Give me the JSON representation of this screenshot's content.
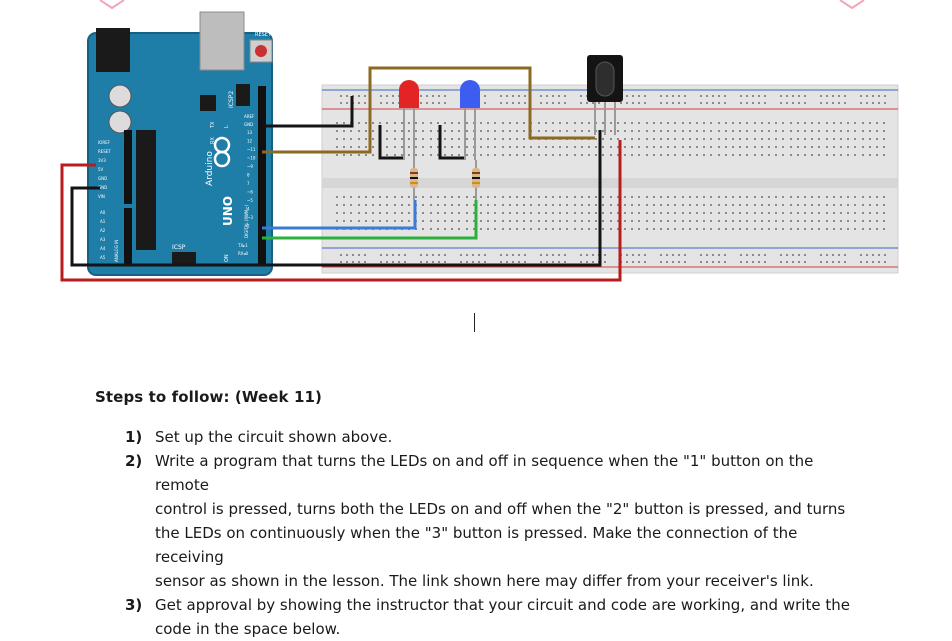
{
  "figure": {
    "board_labels": {
      "reset": "RESET",
      "icsp2": "ICSP2",
      "aref": "AREF",
      "gnd_top": "GND",
      "tx": "TX",
      "rx": "RX",
      "l": "L",
      "on": "ON",
      "arduino": "Arduino",
      "uno": "UNO",
      "digital": "DIGITAL (PWM~)",
      "icsp": "ICSP",
      "analog_in": "ANALOG IN",
      "tx_pin": "TX▸1",
      "rx_pin": "RX◂0",
      "power_pins": [
        "IOREF",
        "RESET",
        "3V3",
        "5V",
        "GND",
        "GND",
        "VIN"
      ],
      "analog_pins": [
        "A0",
        "A1",
        "A2",
        "A3",
        "A4",
        "A5"
      ],
      "digital_pins": [
        "13",
        "12",
        "~11",
        "~10",
        "~9",
        "8",
        "7",
        "~6",
        "~5",
        "4",
        "~3",
        "2"
      ]
    },
    "colors": {
      "board": "#1f7ea8",
      "breadboard": "#e4e4e4",
      "wire_red": "#b81d1d",
      "wire_black": "#141414",
      "wire_brown": "#8a6a22",
      "wire_blue": "#3a7bd5",
      "wire_green": "#2bb03c",
      "led_red": "#e22424",
      "led_blue": "#3d5cf0"
    }
  },
  "document": {
    "heading": "Steps to follow: (Week 11)",
    "steps": [
      {
        "number": "1)",
        "lines": [
          "Set up the circuit shown above."
        ]
      },
      {
        "number": "2)",
        "lines": [
          "Write a program that turns the LEDs on and off in sequence when the \"1\" button on the remote",
          "control is pressed, turns both the LEDs on and off when the \"2\" button is pressed, and turns",
          "the LEDs on continuously when the \"3\" button is pressed. Make the connection of the receiving",
          "sensor as shown in the lesson. The link shown here may differ from your receiver's link."
        ]
      },
      {
        "number": "3)",
        "lines": [
          "Get approval by showing the instructor that your circuit and code are working, and write the",
          "code in the space below."
        ]
      }
    ]
  }
}
